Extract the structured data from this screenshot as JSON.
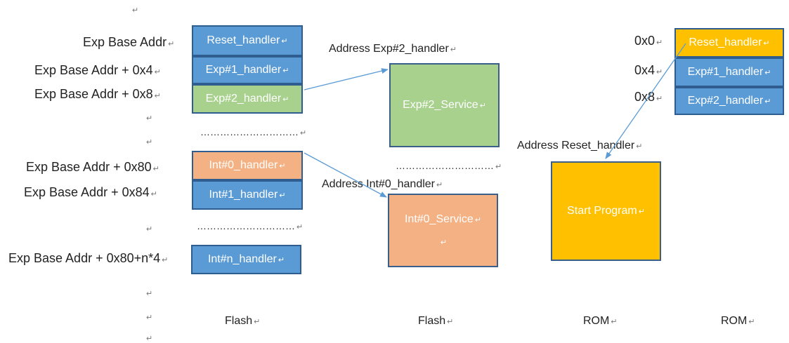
{
  "left_labels": [
    {
      "text": "Exp Base Addr",
      "squig": "Addr"
    },
    {
      "text": "Exp Base Addr + 0x4"
    },
    {
      "text": "Exp Base Addr + 0x8"
    },
    {
      "text": "Exp Base Addr + 0x80"
    },
    {
      "text": "Exp Base Addr + 0x84"
    },
    {
      "text": "Exp Base Addr + 0x80+n*4"
    }
  ],
  "flash_table": {
    "rows": [
      "Reset_handler",
      "Exp#1_handler",
      "Exp#2_handler",
      "Int#0_handler",
      "Int#1_handler",
      "Int#n_handler"
    ],
    "dots": "…………………………"
  },
  "services": {
    "exp2_address_label": "Address Exp#2_handler",
    "exp2_service": "Exp#2_Service",
    "dots": "…………………………",
    "int0_address_label": "Address Int#0_handler",
    "int0_service": "Int#0_Service"
  },
  "rom_program": {
    "address_label": "Address Reset_handler",
    "label": "Start Program"
  },
  "rom_table": {
    "offsets": [
      "0x0",
      "0x4",
      "0x8"
    ],
    "rows": [
      "Reset_handler",
      "Exp#1_handler",
      "Exp#2_handler"
    ]
  },
  "footers": [
    "Flash",
    "Flash",
    "ROM",
    "ROM"
  ],
  "paragraph_mark": "↵",
  "colors": {
    "blue": "#5b9bd5",
    "green": "#a9d18e",
    "orange": "#f4b183",
    "gold": "#ffc000",
    "arrow": "#5b9bd5"
  }
}
